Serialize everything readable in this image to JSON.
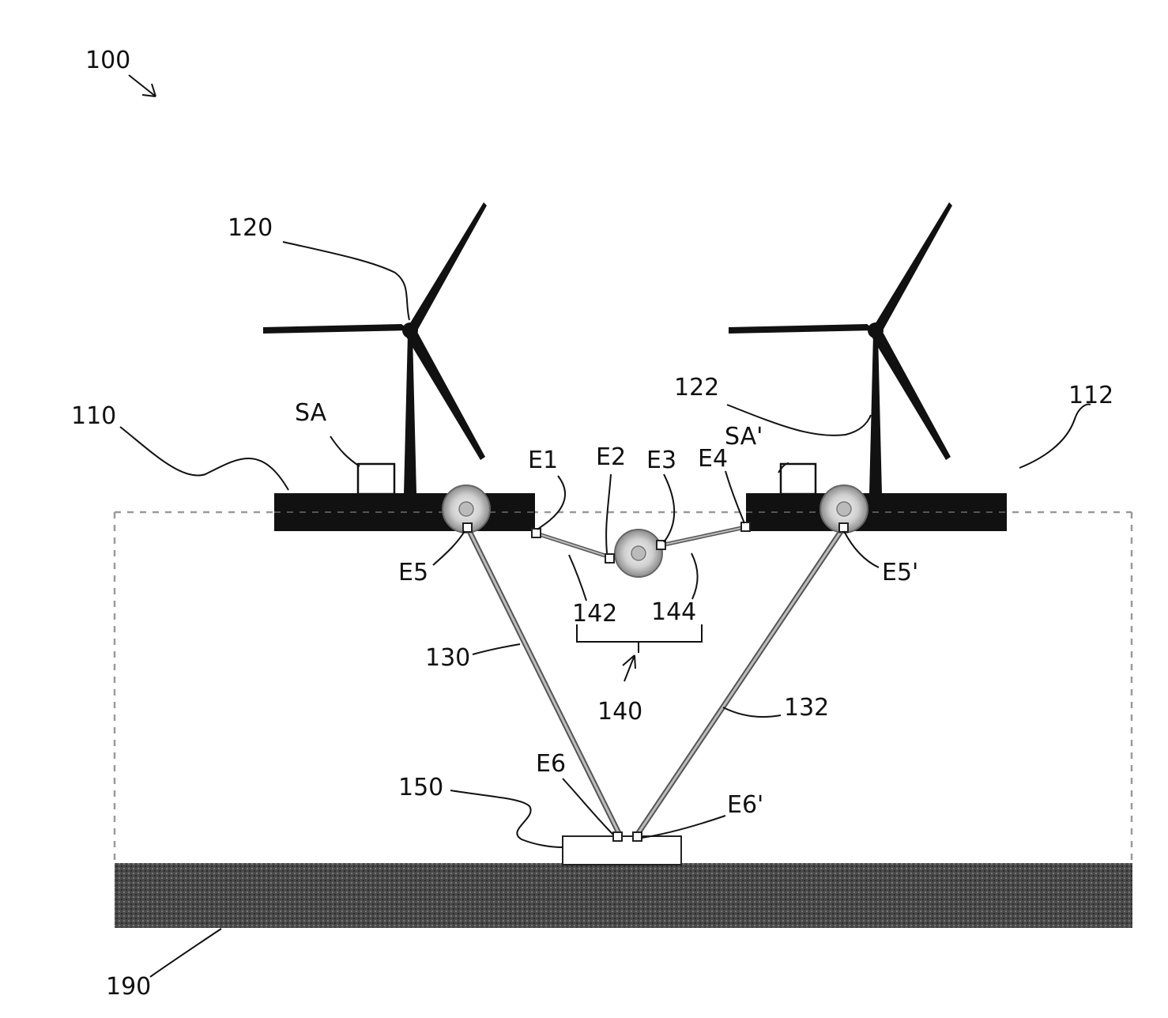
{
  "figure": {
    "ref": "100",
    "platform_left": "110",
    "platform_right": "112",
    "turbine_left": "120",
    "turbine_right": "122",
    "mooring_left": "130",
    "mooring_right": "132",
    "power_cable_assembly": "140",
    "cable_segment_left": "142",
    "cable_segment_right": "144",
    "subsea_node": "150",
    "seabed": "190",
    "substation_left": "SA",
    "substation_right": "SA'",
    "connector_e1": "E1",
    "connector_e2": "E2",
    "connector_e3": "E3",
    "connector_e4": "E4",
    "connector_e5": "E5",
    "connector_e5_right": "E5'",
    "connector_e6": "E6",
    "connector_e6_right": "E6'"
  }
}
